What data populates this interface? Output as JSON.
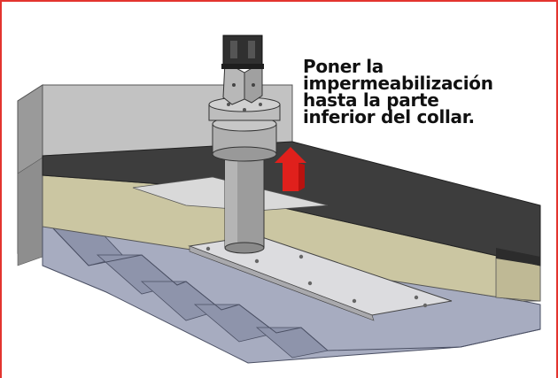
{
  "caption": {
    "lines": [
      "Poner la",
      "impermeabilización",
      "hasta la parte",
      "inferior del collar."
    ]
  },
  "colors": {
    "frame": "#e3342f",
    "arrow": "#e0201c",
    "insulation": "#cfcaa6",
    "membrane": "#3c3c3c",
    "deck": "#9aa0b4",
    "wall": "#b7b7b7",
    "plate": "#d7d7d9"
  },
  "icons": {
    "arrow": "up-arrow-icon"
  }
}
